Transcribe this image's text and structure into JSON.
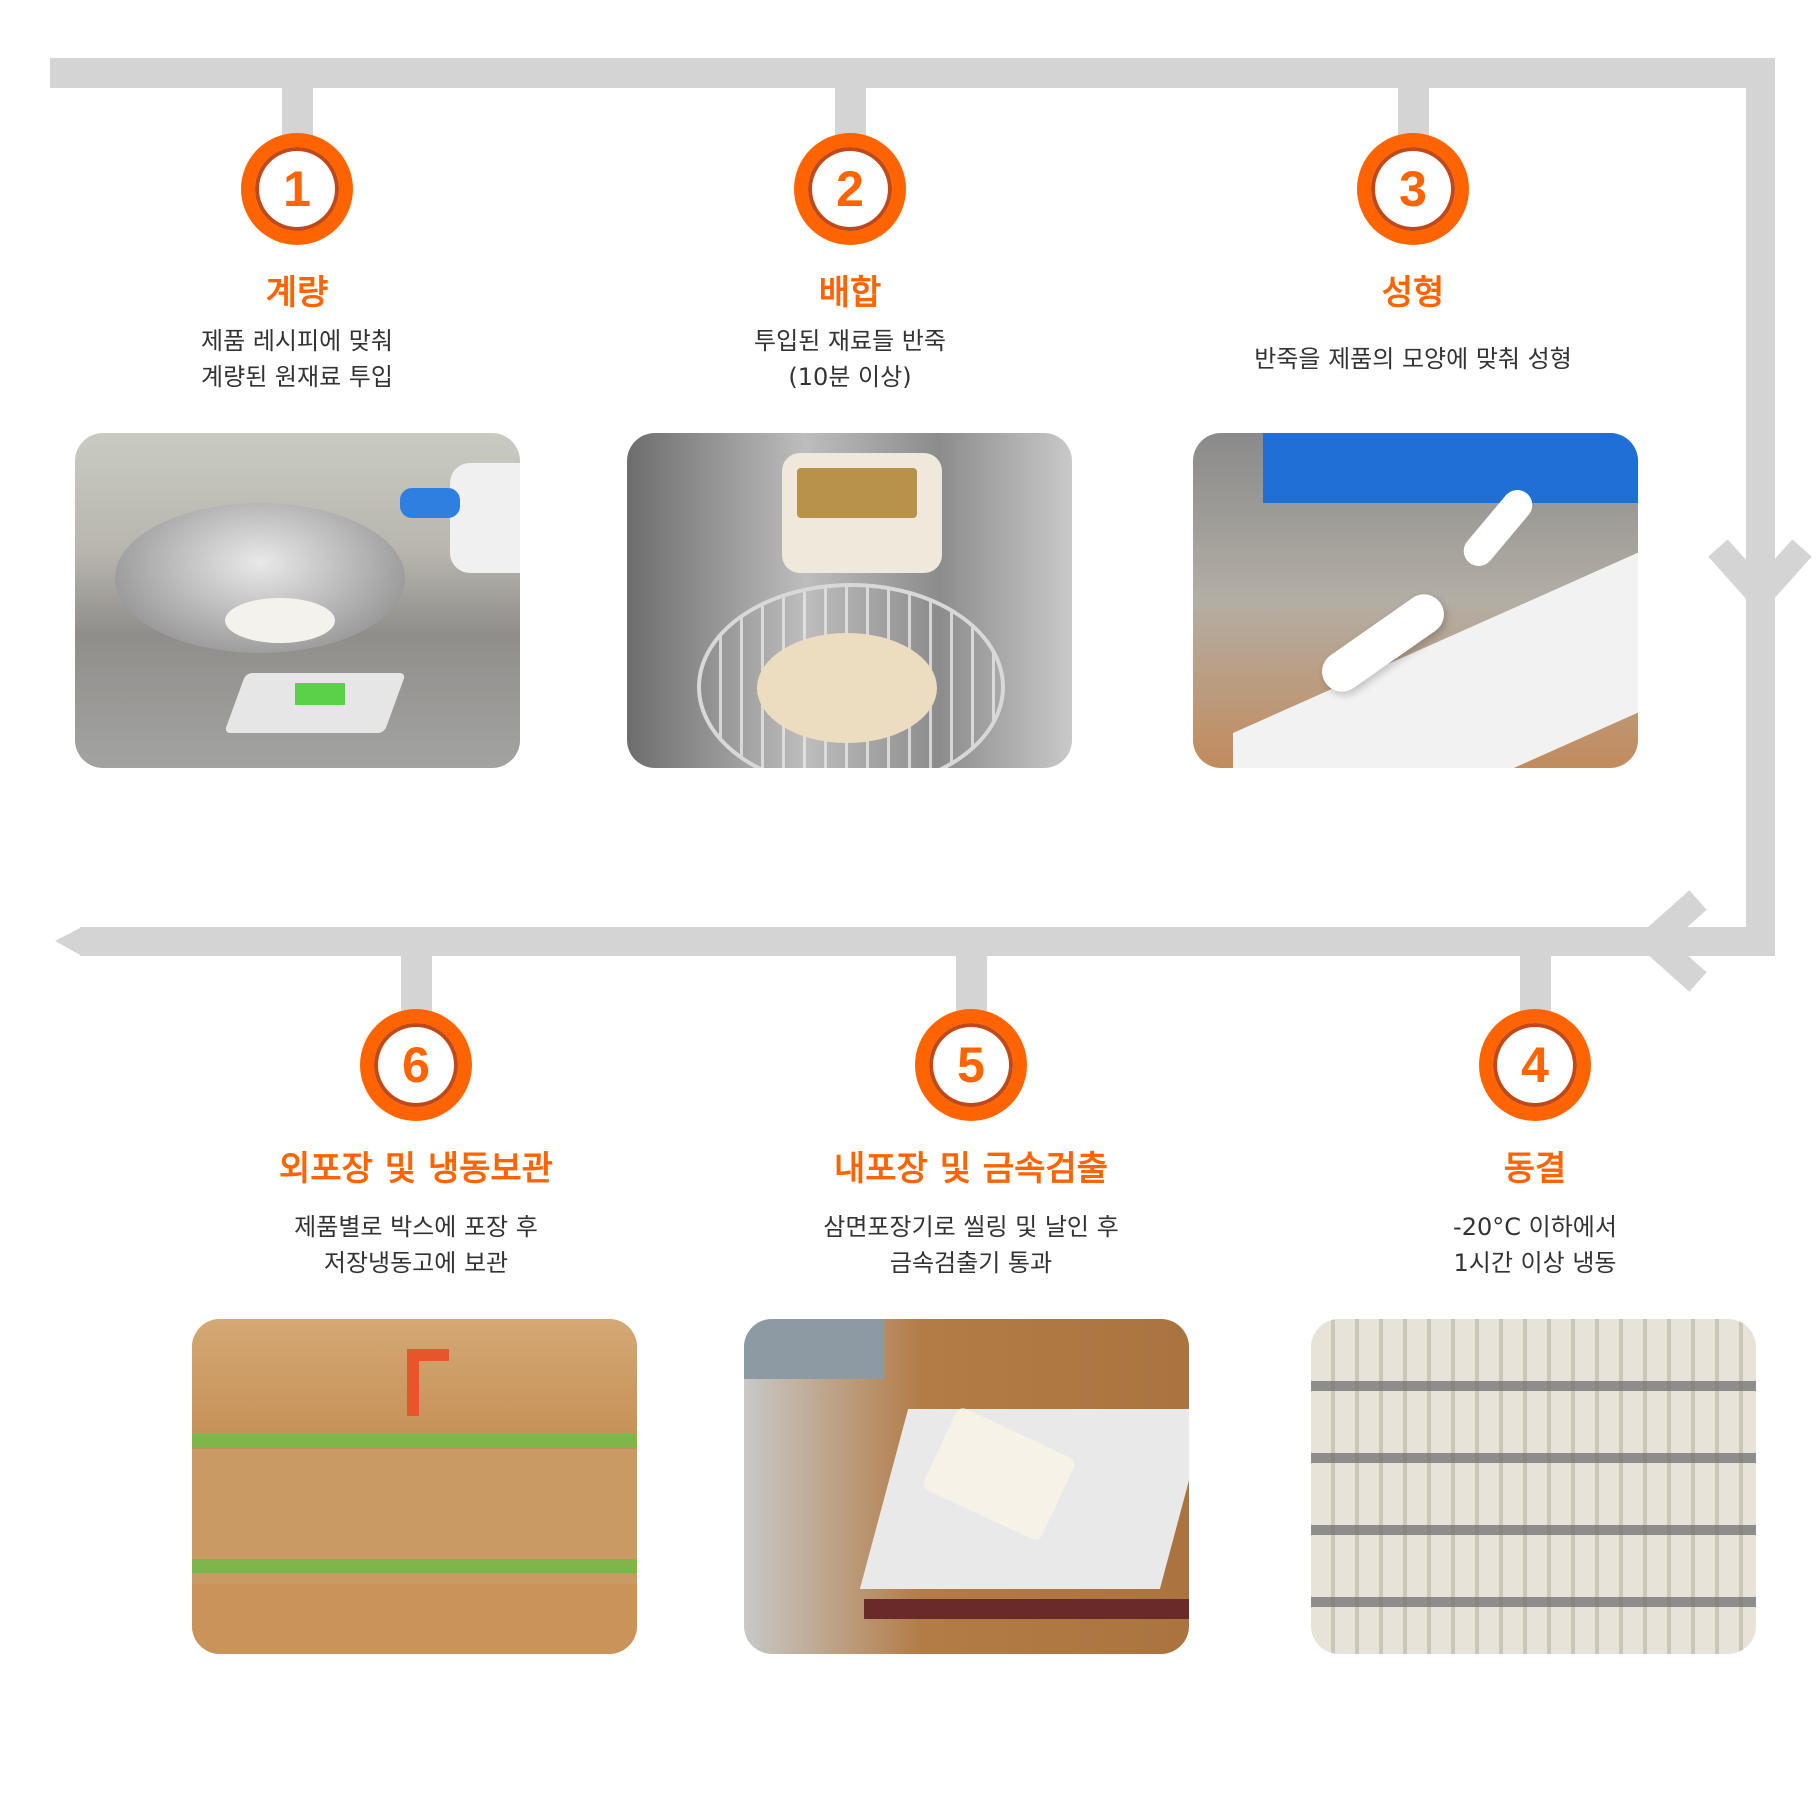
{
  "colors": {
    "accent": "#ff6400",
    "line": "#d4d4d4"
  },
  "steps": [
    {
      "number": "1",
      "title": "계량",
      "desc": [
        "제품 레시피에 맞춰",
        "계량된 원재료 투입"
      ],
      "photo": "weighing-flour-photo"
    },
    {
      "number": "2",
      "title": "배합",
      "desc": [
        "투입된 재료들 반죽",
        "(10분 이상)"
      ],
      "photo": "dough-mixer-photo"
    },
    {
      "number": "3",
      "title": "성형",
      "desc": [
        "반죽을 제품의 모양에 맞춰 성형"
      ],
      "photo": "shaping-conveyor-photo"
    },
    {
      "number": "4",
      "title": "동결",
      "desc": [
        "-20°C 이하에서",
        "1시간 이상 냉동"
      ],
      "photo": "freezing-trays-photo"
    },
    {
      "number": "5",
      "title": "내포장 및 금속검출",
      "desc": [
        "삼면포장기로 씰링 및 날인 후",
        "금속검출기 통과"
      ],
      "photo": "metal-detector-photo"
    },
    {
      "number": "6",
      "title": "외포장 및 냉동보관",
      "desc": [
        "제품별로 박스에 포장 후",
        "저장냉동고에 보관"
      ],
      "photo": "boxes-photo"
    }
  ]
}
